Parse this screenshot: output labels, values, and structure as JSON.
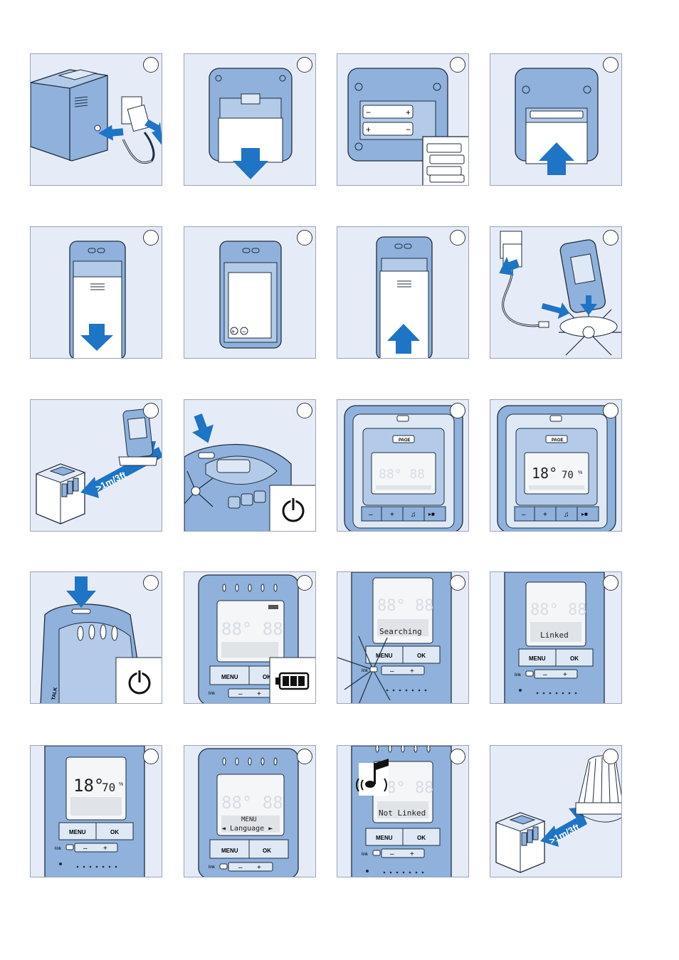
{
  "labels": {
    "distance": ">1m/3ft",
    "page": "PAGE",
    "menu": "MENU",
    "ok": "OK",
    "link": "link",
    "talk": "TALK",
    "minus": "–",
    "plus": "+",
    "lcd_digits_dim": "88° 88",
    "lcd_temp": "18°",
    "lcd_humidity": "70",
    "percent": "%",
    "searching": "Searching",
    "linked": "Linked",
    "menu_language_title": "MENU",
    "menu_language": "◄ Language ►",
    "not_linked": "Not Linked"
  },
  "colors": {
    "panel_bg": "#e6ecf7",
    "device_blue": "#8fb1dc",
    "arrow_blue": "#1e74c5",
    "outline": "#1f2d3d"
  }
}
